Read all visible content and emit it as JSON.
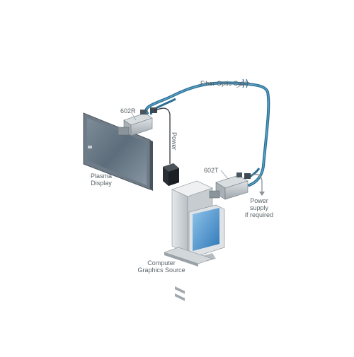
{
  "diagram": {
    "receiver_label": "602R",
    "transmitter_label": "602T",
    "cable_label": "Fiber Optic Cable",
    "power_label": "Power",
    "display_label_line1": "Plasma",
    "display_label_line2": "Display",
    "source_label_line1": "Computer",
    "source_label_line2": "Graphics Source",
    "supply_label_line1": "Power",
    "supply_label_line2": "supply",
    "supply_label_line3": "if required"
  },
  "colors": {
    "cable": "#2d6f93",
    "cable_highlight": "#5aa4c9",
    "label": "#5a6268",
    "device_body": "#b8bec3",
    "screen_dark": "#5a6a78",
    "screen_glow": "#4a90c8"
  }
}
